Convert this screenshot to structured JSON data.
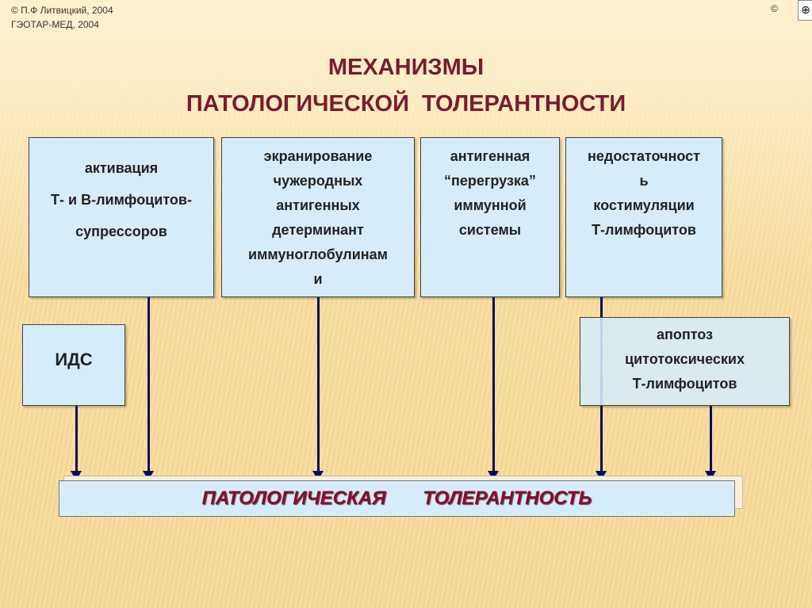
{
  "header": {
    "copyright_line1": "© П.Ф Литвицкий, 2004",
    "copyright_line2": "ГЭОТАР-МЕД, 2004",
    "copyright_symbol": "©"
  },
  "title": {
    "line1": "МЕХАНИЗМЫ",
    "line2": "ПАТОЛОГИЧЕСКОЙ ТОЛЕРАНТНОСТИ"
  },
  "boxes": [
    {
      "lines": [
        "активация",
        "Т- и В-лимфоцитов-",
        "супрессоров"
      ]
    },
    {
      "lines": [
        "экранирование",
        "чужеродных",
        "антигенных",
        "детерминант",
        "иммуноглобулинам",
        "и"
      ]
    },
    {
      "lines": [
        "антигенная",
        "“перегрузка”",
        "иммунной",
        "системы"
      ]
    },
    {
      "lines": [
        "недостаточност",
        "ь",
        "костимуляции",
        "Т-лимфоцитов"
      ]
    },
    {
      "lines": [
        "ИДС"
      ]
    },
    {
      "lines": [
        "апоптоз",
        "цитотоксических",
        "Т-лимфоцитов"
      ]
    }
  ],
  "result": {
    "label": "ПАТОЛОГИЧЕСКАЯ ТОЛЕРАНТНОСТЬ"
  },
  "colors": {
    "title": "#7a1a30",
    "box_fill": "#d6ecfb",
    "arrow": "#0a0a5a",
    "result_text": "#8b0a2a"
  }
}
